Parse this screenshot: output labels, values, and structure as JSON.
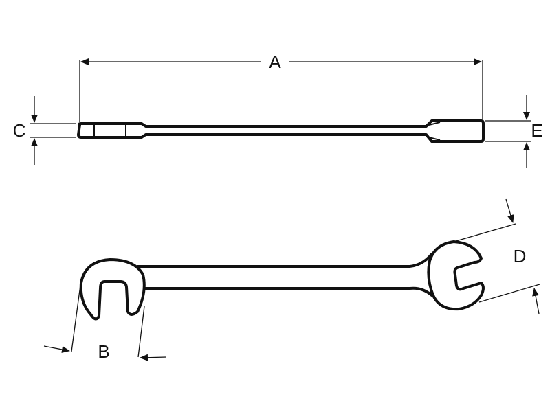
{
  "diagram": {
    "labels": {
      "a": "A",
      "b": "B",
      "c": "C",
      "d": "D",
      "e": "E"
    },
    "line_color": "#111111",
    "background": "#ffffff"
  }
}
